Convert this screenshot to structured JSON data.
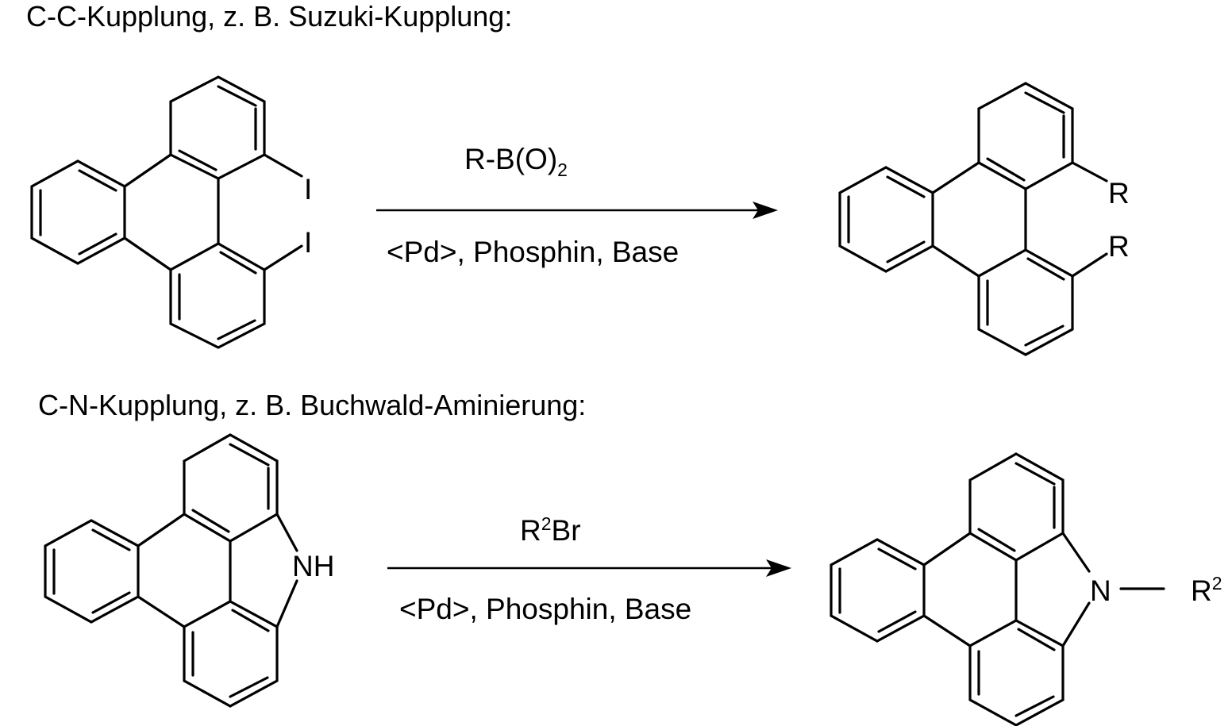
{
  "reactions": [
    {
      "heading": "C-C-Kupplung, z. B. Suzuki-Kupplung:",
      "reagent_above_main": "R-B(O)",
      "reagent_above_sub": "2",
      "reagent_below": "<Pd>, Phosphin, Base",
      "reactant": {
        "substituent_1": "I",
        "substituent_2": "I"
      },
      "product": {
        "substituent_1": "R",
        "substituent_2": "R"
      }
    },
    {
      "heading": "C-N-Kupplung, z. B. Buchwald-Aminierung:",
      "reagent_above_main": "R",
      "reagent_above_sup": "2",
      "reagent_above_tail": "Br",
      "reagent_below": "<Pd>, Phosphin, Base",
      "reactant": {
        "nh_label": "NH"
      },
      "product": {
        "n_label": "N",
        "substituent_main": "R",
        "substituent_sup": "2"
      }
    }
  ],
  "colors": {
    "ink": "#000000",
    "background": "#ffffff"
  }
}
